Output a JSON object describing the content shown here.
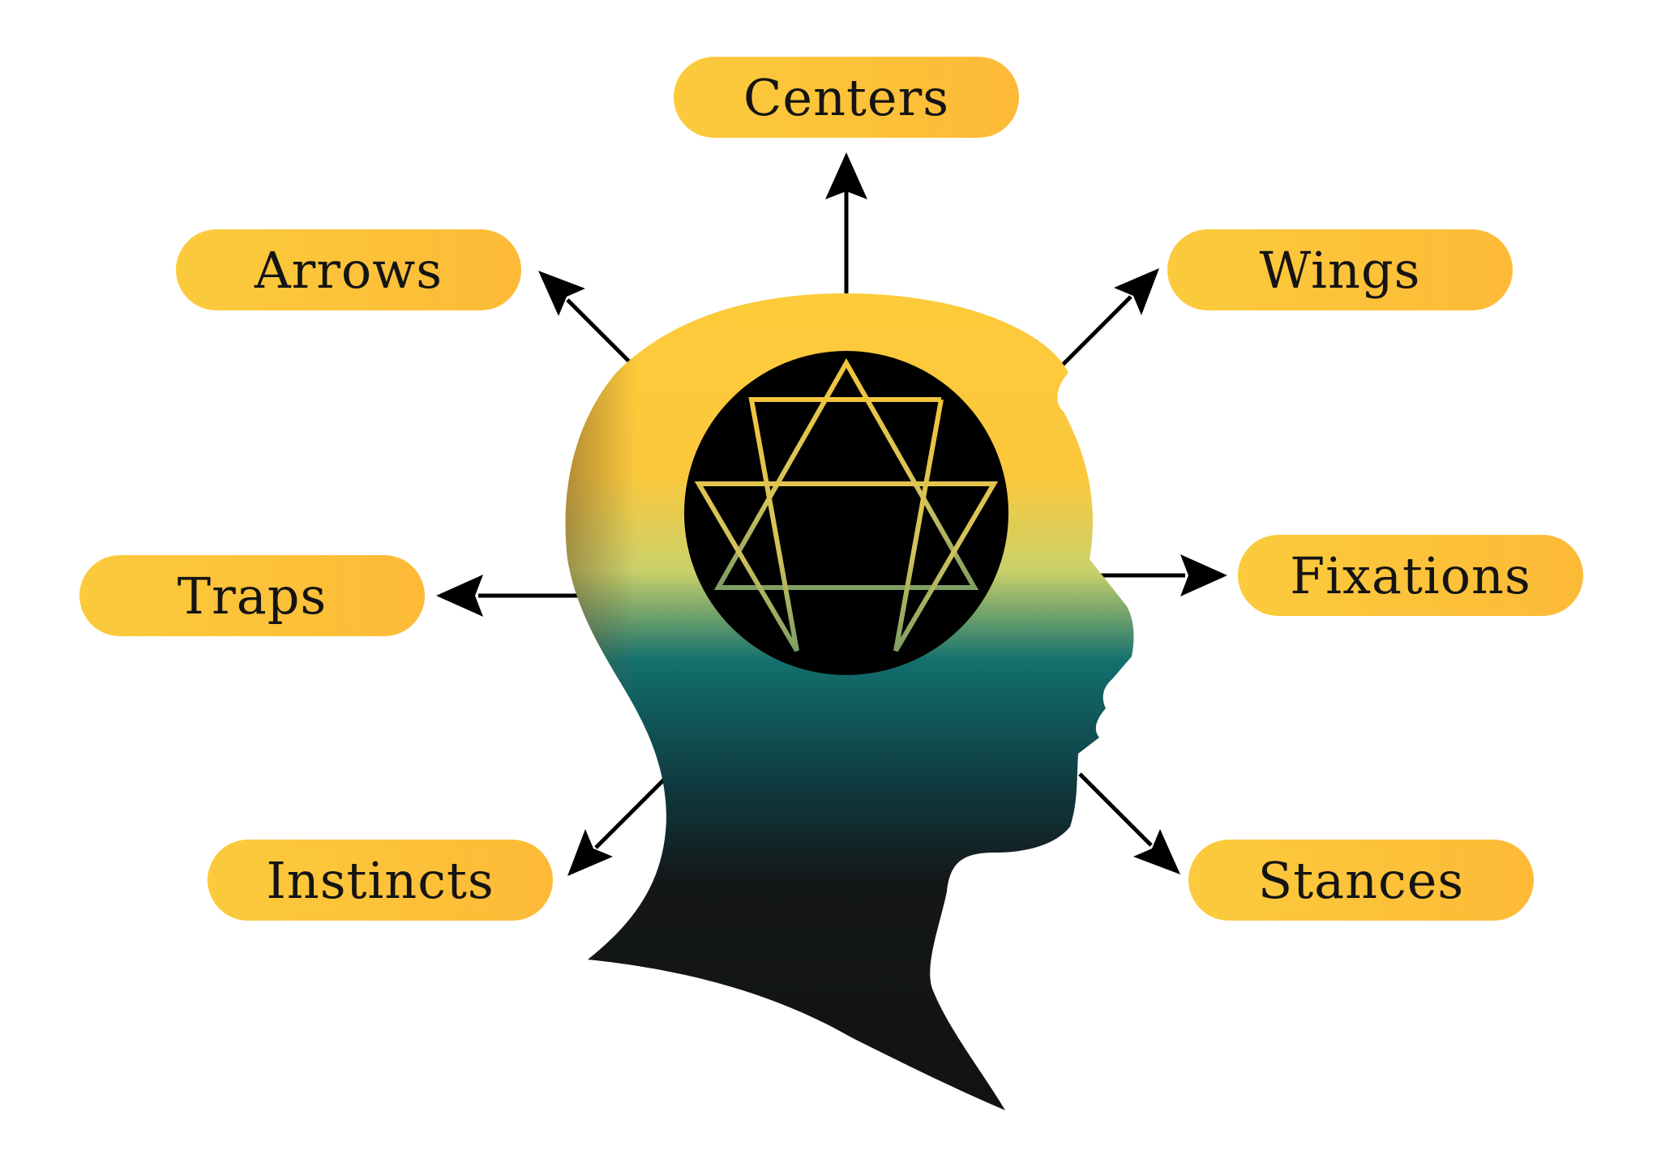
{
  "colors": {
    "pill_left": "#FBCB3C",
    "pill_right": "#FDBA37",
    "head_top": "#FCCB3A",
    "head_mid": "#C9D16A",
    "head_teal": "#13706E",
    "head_bottom": "#141718",
    "enneagram_stroke": "#D6B64A",
    "arrow": "#000000"
  },
  "diagram": {
    "center_icon": "enneagram-icon",
    "figure": "head-silhouette-icon",
    "labels": {
      "centers": "Centers",
      "arrows": "Arrows",
      "wings": "Wings",
      "traps": "Traps",
      "fixations": "Fixations",
      "instincts": "Instincts",
      "stances": "Stances"
    }
  }
}
